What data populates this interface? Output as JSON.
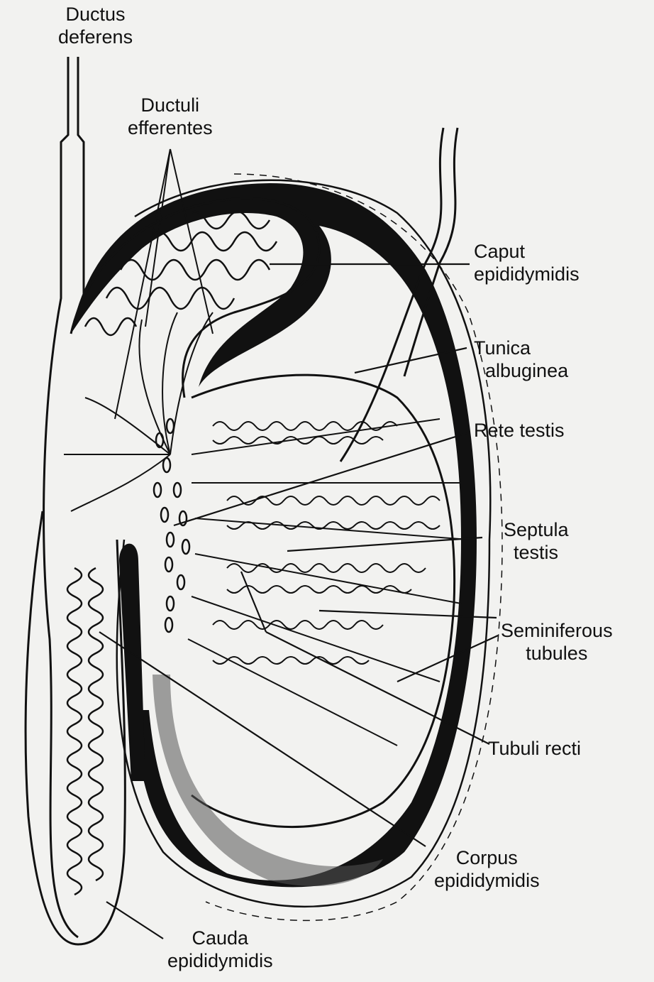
{
  "labels": {
    "ductus_deferens": [
      "Ductus",
      "deferens"
    ],
    "ductuli_efferentes": [
      "Ductuli",
      "efferentes"
    ],
    "caput_epididymidis": [
      "Caput",
      "epididymidis"
    ],
    "tunica_albuginea": [
      "Tunica",
      "albuginea"
    ],
    "rete_testis": "Rete testis",
    "septula_testis": [
      "Septula",
      "testis"
    ],
    "seminiferous_tubules": [
      "Seminiferous",
      "tubules"
    ],
    "tubuli_recti": "Tubuli recti",
    "corpus_epididymidis": [
      "Corpus",
      "epididymidis"
    ],
    "cauda_epididymidis": [
      "Cauda",
      "epididymidis"
    ]
  },
  "colors": {
    "ink": "#111111",
    "paper": "#f2f2f0"
  }
}
